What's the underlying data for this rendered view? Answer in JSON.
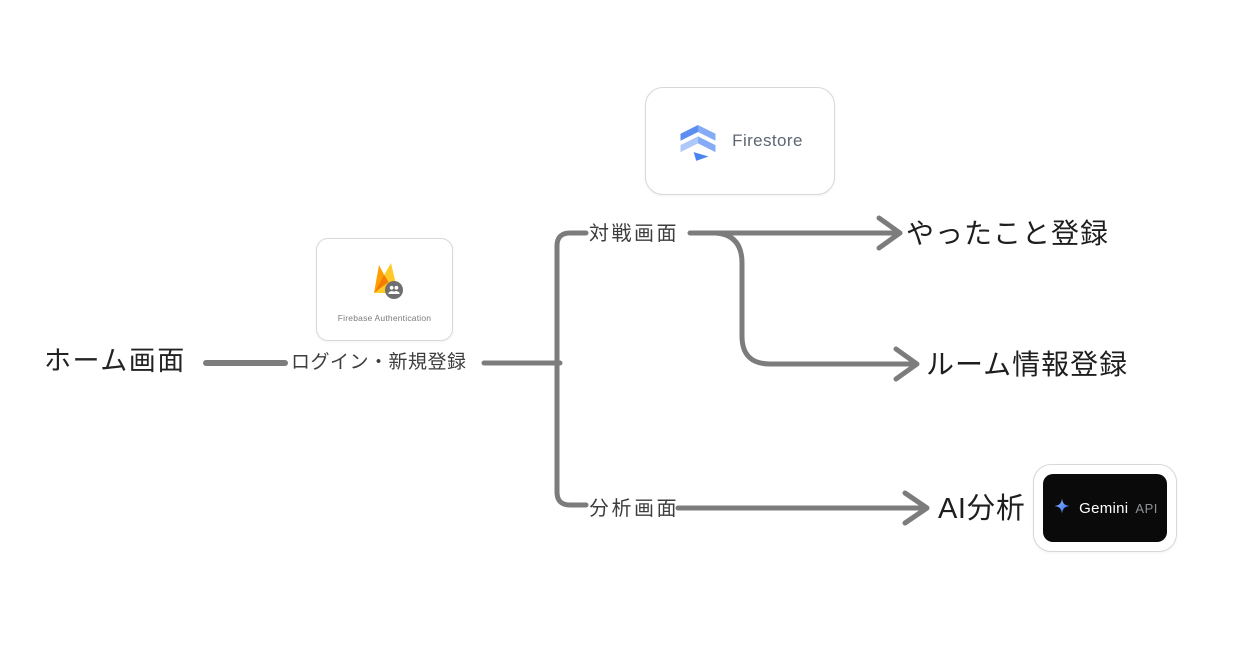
{
  "diagram": {
    "home": "ホーム画面",
    "login": "ログイン・新規登録",
    "battle": "対戦画面",
    "analysis": "分析画面",
    "action_register": "やったこと登録",
    "room_register": "ルーム情報登録",
    "ai_analysis": "AI分析"
  },
  "cards": {
    "firestore": "Firestore",
    "firebase_auth": "Firebase Authentication",
    "gemini": "Gemini",
    "gemini_suffix": "API"
  },
  "colors": {
    "edge_gray": "#7c7c7c",
    "text_primary": "#1e1e1e",
    "text_secondary": "#3d3d3d",
    "firestore_blue": "#4a84f0",
    "firestore_blue_light": "#aec8fa",
    "firebase_amber": "#ffa000",
    "firebase_orange": "#f57c00",
    "firebase_yellow": "#ffca28",
    "gemini_panel_bg": "#0a0a0a",
    "gemini_sparkle_start": "#9fc3ff",
    "gemini_sparkle_end": "#4d6bfe"
  }
}
